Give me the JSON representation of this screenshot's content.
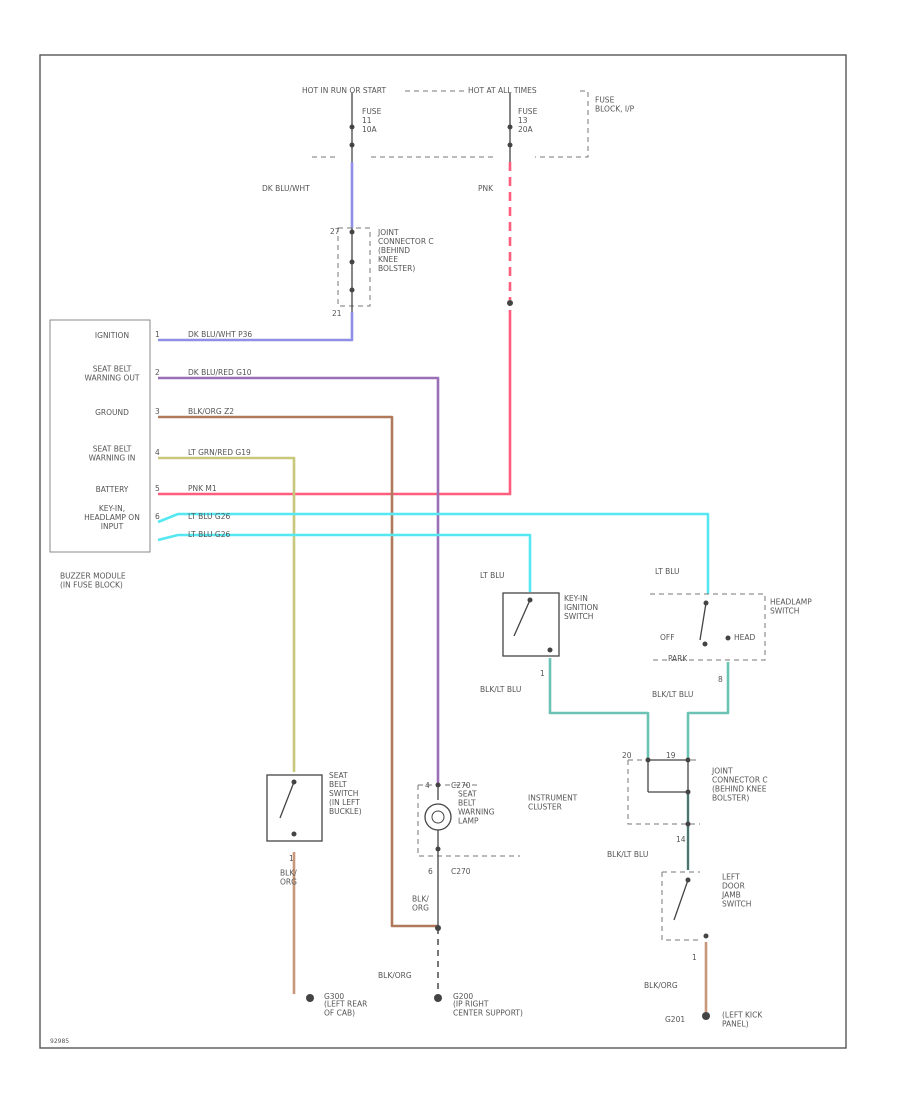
{
  "colors": {
    "dk_blu_wht": "#8f8fe6",
    "pink": "#ff5d7c",
    "dk_blu_red": "#9a6fb8",
    "blk_org": "#b07a5a",
    "lt_grn_red": "#c8c87a",
    "lt_blu": "#55e8f2",
    "blk_lt_blu": "#6cc3b5",
    "blk_org_gnd": "#c9977a"
  },
  "header": {
    "hot_run_start": "HOT IN RUN OR START",
    "hot_at_all_times": "HOT AT ALL TIMES",
    "fuse_block_label": "FUSE\nBLOCK, I/P",
    "fuse_left": "FUSE\n11\n10A",
    "fuse_right": "FUSE\n13\n20A"
  },
  "wires": {
    "dk_blu_wht": "DK BLU/WHT",
    "pnk": "PNK"
  },
  "joint_connector_top": {
    "pin_top": "27",
    "pin_bottom": "21",
    "label": "JOINT\nCONNECTOR C\n(BEHIND\nKNEE\nBOLSTER)"
  },
  "buzzer": {
    "rows": [
      {
        "pin": "1",
        "label": "IGNITION",
        "wire": "DK BLU/WHT  P36"
      },
      {
        "pin": "2",
        "label": "SEAT BELT\nWARNING OUT",
        "wire": "DK BLU/RED  G10"
      },
      {
        "pin": "3",
        "label": "GROUND",
        "wire": "BLK/ORG  Z2"
      },
      {
        "pin": "4",
        "label": "SEAT BELT\nWARNING IN",
        "wire": "LT GRN/RED  G19"
      },
      {
        "pin": "5",
        "label": "BATTERY",
        "wire": "PNK  M1"
      },
      {
        "pin": "6",
        "label": "KEY-IN,\nHEADLAMP ON\nINPUT",
        "wire": "LT BLU  G26"
      },
      {
        "pin": "",
        "label": "",
        "wire": "LT BLU  G26"
      }
    ],
    "caption": "BUZZER MODULE\n(IN FUSE BLOCK)"
  },
  "key_switch": {
    "wire_top": "LT BLU",
    "label": "KEY-IN\nIGNITION\nSWITCH",
    "pin": "1",
    "wire_bottom": "BLK/LT BLU"
  },
  "headlamp_switch": {
    "wire_top": "LT BLU",
    "label": "HEADLAMP\nSWITCH",
    "pos_off": "OFF",
    "pos_head": "HEAD",
    "pos_park": "PARK",
    "pin": "8",
    "wire_bottom": "BLK/LT BLU"
  },
  "joint_connector_bottom": {
    "pin_left": "20",
    "pin_right": "19",
    "label": "JOINT\nCONNECTOR C\n(BEHIND KNEE\nBOLSTER)",
    "pin_out": "14",
    "wire_out": "BLK/LT BLU"
  },
  "door_jamb": {
    "label": "LEFT\nDOOR\nJAMB\nSWITCH",
    "pin": "1",
    "wire": "BLK/ORG",
    "ground": "G201",
    "ground_loc": "(LEFT KICK\nPANEL)"
  },
  "seat_belt_switch": {
    "label": "SEAT\nBELT\nSWITCH\n(IN LEFT\nBUCKLE)",
    "pin": "1",
    "wire": "BLK/\nORG",
    "ground": "G300",
    "ground_loc": "(LEFT REAR\nOF CAB)"
  },
  "cluster": {
    "pin_top": "4",
    "conn_top": "C270",
    "lamp_label": "SEAT\nBELT\nWARNING\nLAMP",
    "cluster_label": "INSTRUMENT\nCLUSTER",
    "pin_bottom": "6",
    "conn_bottom": "C270",
    "wire": "BLK/\nORG",
    "wire_low": "BLK/ORG",
    "ground": "G200",
    "ground_loc": "(IP RIGHT\nCENTER SUPPORT)"
  },
  "footer_code": "92985"
}
